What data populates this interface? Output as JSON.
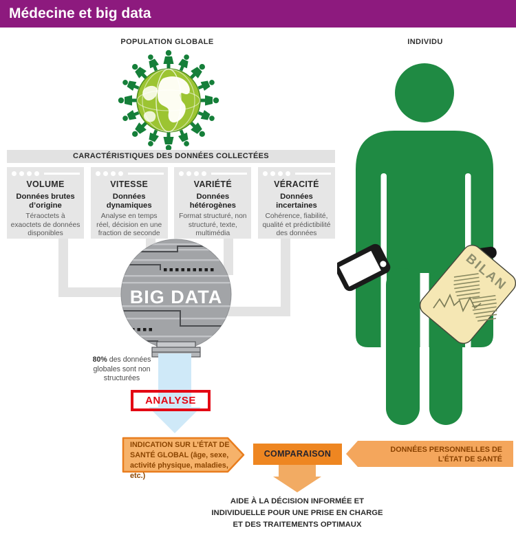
{
  "header": {
    "title": "Médecine et big data"
  },
  "population": {
    "label": "POPULATION GLOBALE"
  },
  "individual": {
    "label": "INDIVIDU",
    "document_label": "BILAN"
  },
  "characteristics": {
    "title": "CARACTÉRISTIQUES DES DONNÉES COLLECTÉES",
    "columns": [
      {
        "title": "VOLUME",
        "subtitle": "Données brutes d’origine",
        "description": "Téraoctets à exaoctets de données disponibles"
      },
      {
        "title": "VITESSE",
        "subtitle": "Données dynamiques",
        "description": "Analyse en temps réel, décision en une fraction de seconde"
      },
      {
        "title": "VARIÉTÉ",
        "subtitle": "Données hétérogènes",
        "description": "Format structuré, non structuré, texte, multimédia"
      },
      {
        "title": "VÉRACITÉ",
        "subtitle": "Données incertaines",
        "description": "Cohérence, fiabilité, qualité et prédictibilité des données"
      }
    ]
  },
  "bigdata": {
    "label": "BIG DATA",
    "note_bold": "80%",
    "note_rest": " des données globales sont non structurées",
    "analyse_label": "ANALYSE"
  },
  "flow": {
    "indication": "INDICATION SUR L’ÉTAT DE SANTÉ GLOBAL (âge, sexe, activité physique, maladies, etc.)",
    "comparaison": "COMPARAISON",
    "personal": "DONNÉES PERSONNELLES DE L’ÉTAT DE SANTÉ",
    "decision": "AIDE À LA DÉCISION INFORMÉE ET INDIVIDUELLE POUR UNE PRISE EN CHARGE ET DES TRAITEMENTS OPTIMAUX"
  },
  "colors": {
    "header_purple": "#8d1a7e",
    "person_green": "#1f8a43",
    "globe_green": "#9cc432",
    "orange": "#ee8621",
    "orange_light": "#f6b26a",
    "red": "#e30613",
    "arrow_blue": "#cfe9f8",
    "sphere_gray": "#a2a4a7",
    "panel_gray": "#e6e6e6"
  }
}
